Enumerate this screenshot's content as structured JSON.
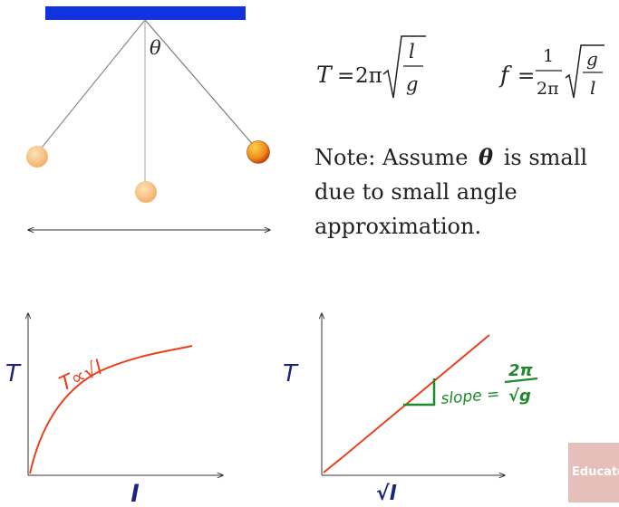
{
  "pendulum": {
    "angle_label": "θ"
  },
  "formulas": {
    "period": {
      "lhs": "T",
      "equals": "=",
      "coefficient": "2π",
      "numerator": "l",
      "denominator": "g"
    },
    "frequency": {
      "lhs": "f",
      "equals": "=",
      "fraction_numerator": "1",
      "fraction_denominator": "2π",
      "numerator": "g",
      "denominator": "l"
    }
  },
  "note": {
    "prefix": "Note: Assume",
    "symbol": "θ",
    "suffix": "is small due to small angle approximation."
  },
  "graph_left": {
    "ylabel": "T",
    "xlabel": "l",
    "curve_label": "T∝√l"
  },
  "graph_right": {
    "ylabel": "T",
    "xlabel": "√l",
    "slope_label": "slope =",
    "slope_numerator": "2π",
    "slope_denominator": "√g"
  },
  "colors": {
    "support_bar": "#1133dd",
    "red_ink": "#e8401c",
    "green_ink": "#1e8a2a",
    "blue_ink": "#1a237e",
    "bob_active": "#ec7a1a",
    "bob_faded": "#f7c48a"
  },
  "watermark": {
    "text": "Educator"
  }
}
